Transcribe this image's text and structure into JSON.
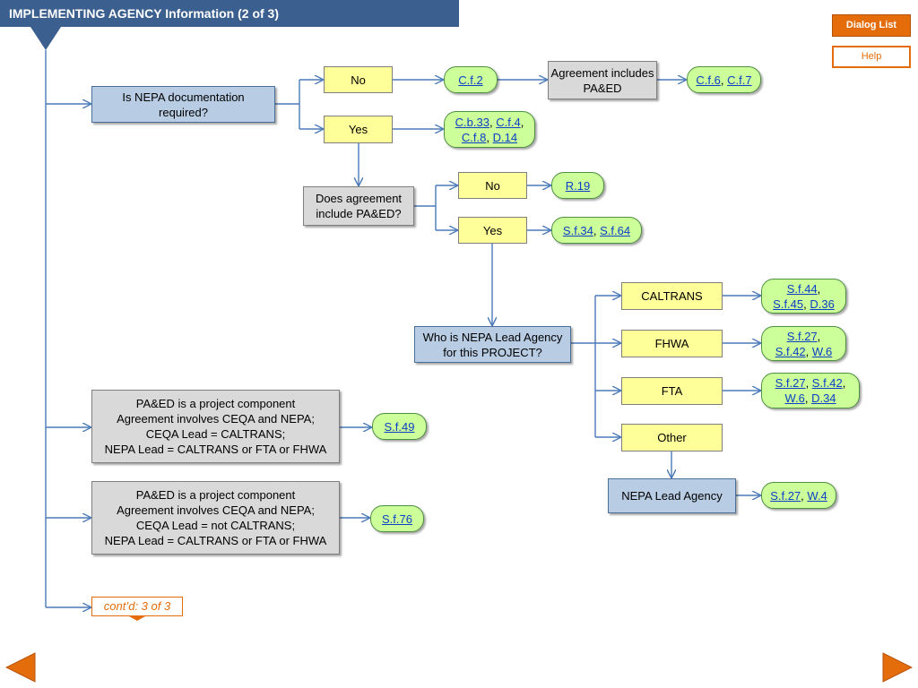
{
  "header": {
    "title": "IMPLEMENTING AGENCY Information (2 of 3)"
  },
  "buttons": {
    "dialog_list": "Dialog List",
    "help": "Help"
  },
  "nodes": {
    "nepa_q": "Is NEPA documentation required?",
    "no1": "No",
    "yes1": "Yes",
    "agreement_paed": "Agreement includes PA&ED",
    "paed_q": "Does agreement include PA&ED?",
    "no2": "No",
    "yes2": "Yes",
    "lead_q": "Who is NEPA Lead Agency for this PROJECT?",
    "caltrans": "CALTRANS",
    "fhwa": "FHWA",
    "fta": "FTA",
    "other": "Other",
    "nepa_lead_agency": "NEPA Lead Agency",
    "paed_box1": [
      "PA&ED is a project component",
      "Agreement involves CEQA and NEPA;",
      "CEQA Lead = CALTRANS;",
      "NEPA Lead = CALTRANS or FTA or FHWA"
    ],
    "paed_box2": [
      "PA&ED is a project component",
      "Agreement involves CEQA and NEPA;",
      "CEQA Lead = not CALTRANS;",
      "NEPA Lead = CALTRANS or FTA or FHWA"
    ]
  },
  "refs": {
    "no1": [
      "C.f.2"
    ],
    "agreement": [
      "C.f.6",
      "C.f.7"
    ],
    "yes1": [
      "C.b.33",
      "C.f.4",
      "C.f.8",
      "D.14"
    ],
    "no2": [
      "R.19"
    ],
    "yes2": [
      "S.f.34",
      "S.f.64"
    ],
    "caltrans": [
      "S.f.44",
      "S.f.45",
      "D.36"
    ],
    "fhwa": [
      "S.f.27",
      "S.f.42",
      "W.6"
    ],
    "fta": [
      "S.f.27",
      "S.f.42",
      "W.6",
      "D.34"
    ],
    "nepa_lead_agency": [
      "S.f.27",
      "W.4"
    ],
    "paed1": [
      "S.f.49"
    ],
    "paed2": [
      "S.f.76"
    ]
  },
  "contd": "cont’d: 3 of 3",
  "colors": {
    "title_bar": "#3b5f8f",
    "accent": "#e46c0a",
    "link": "#0b3fc6",
    "connector": "#4a7ab8"
  },
  "icons": {
    "prev": "left-arrow-icon",
    "next": "right-arrow-icon"
  }
}
